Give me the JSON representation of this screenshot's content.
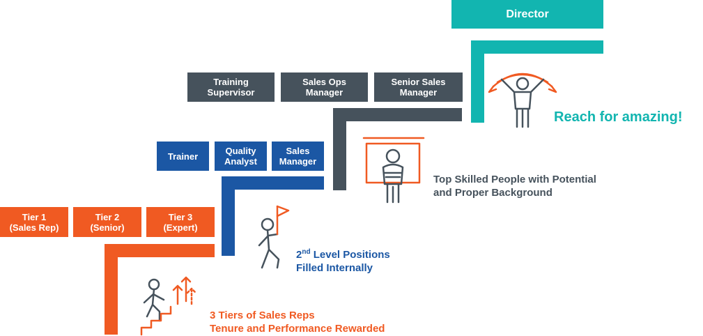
{
  "colors": {
    "orange": "#f05a22",
    "blue": "#1b57a4",
    "slate": "#46525c",
    "teal": "#12b5b0"
  },
  "tier1": {
    "boxes": [
      "Tier 1\n(Sales Rep)",
      "Tier 2\n(Senior)",
      "Tier 3\n(Expert)"
    ],
    "caption": "3 Tiers of Sales Reps\nTenure and Performance Rewarded",
    "icon": "person-climbing-stairs-icon"
  },
  "tier2": {
    "boxes": [
      "Trainer",
      "Quality\nAnalyst",
      "Sales\nManager"
    ],
    "caption_main": "2",
    "caption_sup": "nd",
    "caption_rest": " Level Positions\nFilled Internally",
    "icon": "person-walking-with-flag-icon"
  },
  "tier3": {
    "boxes": [
      "Training\nSupervisor",
      "Sales Ops\nManager",
      "Senior Sales\nManager"
    ],
    "caption": "Top Skilled People with Potential\nand Proper Background",
    "icon": "person-arms-crossed-at-board-icon"
  },
  "tier4": {
    "box": "Director",
    "caption": "Reach for amazing!",
    "icon": "person-holding-banner-icon"
  }
}
